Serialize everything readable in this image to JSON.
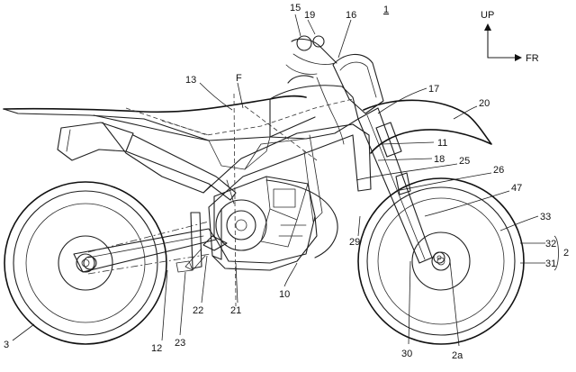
{
  "figure": {
    "ref": "1",
    "direction": {
      "up": "UP",
      "forward": "FR"
    },
    "labels": {
      "l15": "15",
      "l19": "19",
      "l16": "16",
      "l13": "13",
      "lF": "F",
      "l17": "17",
      "l20": "20",
      "l11": "11",
      "l18": "18",
      "l25": "25",
      "l26": "26",
      "l47": "47",
      "l33": "33",
      "l32": "32",
      "l31": "31",
      "l2": "2",
      "l29": "29",
      "l10": "10",
      "l22": "22",
      "l21": "21",
      "l12": "12",
      "l23": "23",
      "l3": "3",
      "l30": "30",
      "l2a": "2a"
    }
  }
}
